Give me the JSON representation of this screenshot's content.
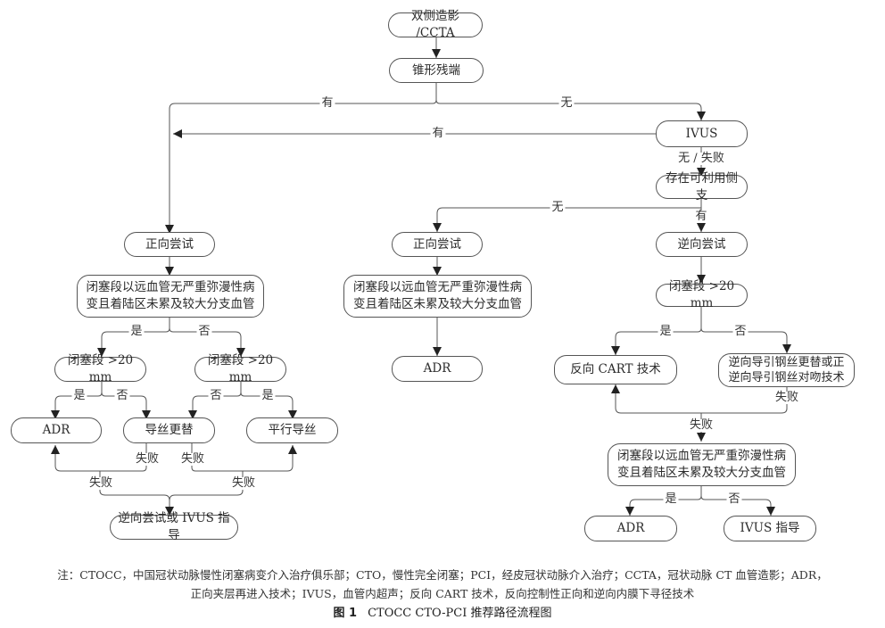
{
  "nodes": {
    "start": "双侧造影 /CCTA",
    "stump": "锥形残端",
    "ivus": "IVUS",
    "side_branch": "存在可利用侧支",
    "left_antegrade": "正向尝试",
    "left_distal": "闭塞段以远血管无严重弥漫性病\n变且着陆区未累及较大分支血管",
    "left_len_a": "闭塞段 >20 mm",
    "left_len_b": "闭塞段 >20 mm",
    "left_adr": "ADR",
    "left_wire_escalation": "导丝更替",
    "left_parallel_wire": "平行导丝",
    "left_final": "逆向尝试或 IVUS 指导",
    "mid_antegrade": "正向尝试",
    "mid_distal": "闭塞段以远血管无严重弥漫性病\n变且着陆区未累及较大分支血管",
    "mid_adr": "ADR",
    "right_retrograde": "逆向尝试",
    "right_len": "闭塞段 >20 mm",
    "right_reverse_cart": "反向 CART 技术",
    "right_wire_tech": "逆向导引钢丝更替或正\n逆向导引钢丝对吻技术",
    "right_distal": "闭塞段以远血管无严重弥漫性病\n变且着陆区未累及较大分支血管",
    "right_adr": "ADR",
    "right_ivus_guide": "IVUS 指导"
  },
  "labels": {
    "has": "有",
    "none": "无",
    "none_or_fail": "无 / 失败",
    "yes": "是",
    "no": "否",
    "fail": "失败"
  },
  "footer": {
    "note_line1": "注：CTOCC，中国冠状动脉慢性闭塞病变介入治疗俱乐部；CTO，慢性完全闭塞；PCI，经皮冠状动脉介入治疗；CCTA，冠状动脉 CT 血管造影；ADR，",
    "note_line2": "正向夹层再进入技术；IVUS，血管内超声；反向 CART 技术，反向控制性正向和逆向内膜下寻径技术",
    "figure_no": "图 1",
    "figure_title": "CTOCC CTO-PCI 推荐路径流程图"
  }
}
